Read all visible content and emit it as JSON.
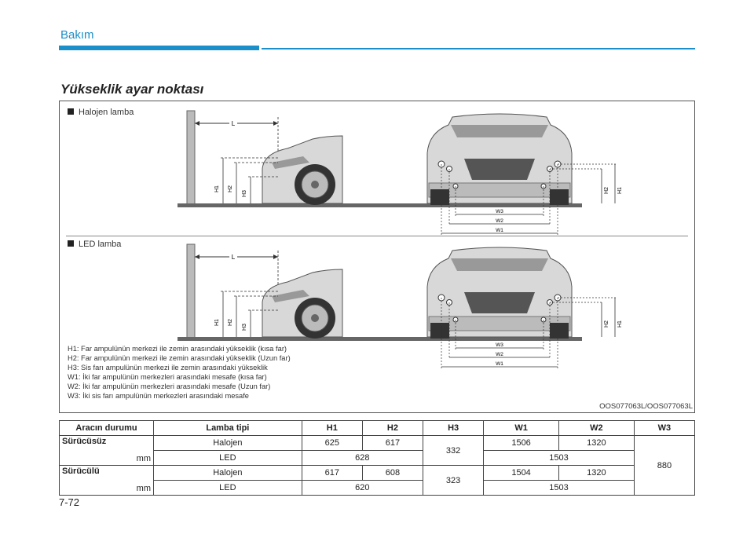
{
  "header": {
    "section": "Bakım"
  },
  "title": "Yükseklik ayar noktası",
  "figure": {
    "halogen_label": "Halojen lamba",
    "led_label": "LED lamba",
    "dim_labels": {
      "L": "L",
      "H1": "H1",
      "H2": "H2",
      "H3": "H3",
      "W1": "W1",
      "W2": "W2",
      "W3": "W3"
    },
    "legend": [
      "H1: Far ampulünün merkezi ile zemin arasındaki yükseklik (kısa far)",
      "H2: Far ampulünün merkezi ile zemin arasındaki yükseklik (Uzun far)",
      "H3: Sis farı ampulünün merkezi ile zemin arasındaki yükseklik",
      "W1: İki far ampulünün merkezleri arasındaki mesafe (kısa far)",
      "W2: İki far ampulünün merkezleri arasındaki mesafe (Uzun far)",
      "W3: İki sis farı ampulünün merkezleri arasındaki mesafe"
    ],
    "code": "OOS077063L/OOS077063L"
  },
  "table": {
    "headers": [
      "Aracın durumu",
      "Lamba tipi",
      "H1",
      "H2",
      "H3",
      "W1",
      "W2",
      "W3"
    ],
    "unit": "mm",
    "groups": [
      {
        "condition": "Sürücüsüz",
        "h3": "332",
        "halogen": {
          "lamp": "Halojen",
          "h1": "625",
          "h2": "617",
          "w1": "1506",
          "w2": "1320"
        },
        "led": {
          "lamp": "LED",
          "h12": "628",
          "w12": "1503"
        }
      },
      {
        "condition": "Sürücülü",
        "h3": "323",
        "halogen": {
          "lamp": "Halojen",
          "h1": "617",
          "h2": "608",
          "w1": "1504",
          "w2": "1320"
        },
        "led": {
          "lamp": "LED",
          "h12": "620",
          "w12": "1503"
        }
      }
    ],
    "w3": "880"
  },
  "footer": {
    "page": "7-72"
  }
}
